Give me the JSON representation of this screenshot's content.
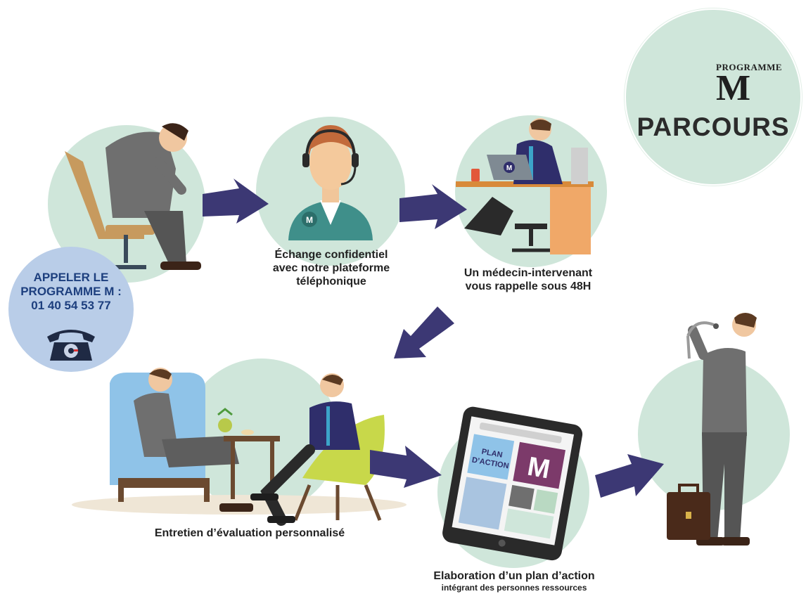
{
  "logo": {
    "small": "PROGRAMME",
    "letter": "M",
    "title": "PARCOURS"
  },
  "call_badge": {
    "line1": "APPELER LE",
    "line2": "PROGRAMME M :",
    "phone": "01 40 54 53 77"
  },
  "steps": [
    {
      "line1": "Échange confidentiel",
      "line2": "avec notre plateforme",
      "line3": "téléphonique"
    },
    {
      "line1": "Un médecin-intervenant",
      "line2": "vous rappelle sous 48H"
    },
    {
      "line1": "Entretien d’évaluation personnalisé"
    },
    {
      "line1": "Elaboration d’un plan d’action",
      "line2": "intégrant des personnes ressources"
    }
  ],
  "tablet": {
    "plan_label_1": "PLAN",
    "plan_label_2": "D’ACTION",
    "letter": "M"
  },
  "badge_letter": "M",
  "colors": {
    "circle": "#cfe6da",
    "arrow": "#3c3874",
    "badge": "#b9cde8",
    "badge_text": "#1d3f7e",
    "suit_grey": "#6f6f6f",
    "suit_blue": "#2f2e6b",
    "accent_teal": "#3ca4c9"
  },
  "icons": [
    "phone-icon",
    "arrow-icon",
    "headset-icon",
    "laptop-icon",
    "tablet-icon",
    "briefcase-icon",
    "stethoscope-icon"
  ]
}
